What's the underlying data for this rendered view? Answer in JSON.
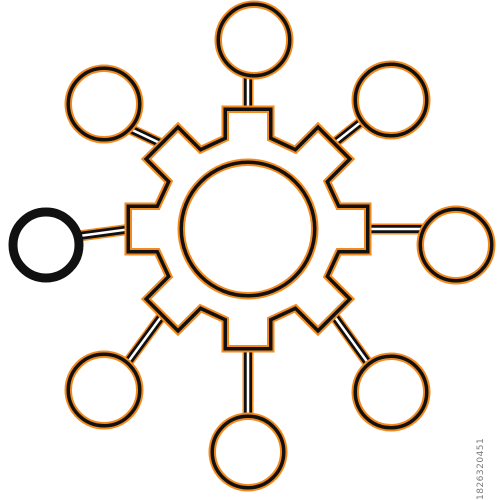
{
  "colors": {
    "outline": "#111111",
    "accent": "#f28a1e",
    "fill": "#ffffff",
    "background": "#ffffff"
  },
  "icon": {
    "name": "network-gear-icon",
    "parts": [
      "gear-icon",
      "hub-circle",
      "node-circle"
    ],
    "node_count": 8,
    "highlighted_node": "node-left"
  },
  "stock_id": "1826320451"
}
